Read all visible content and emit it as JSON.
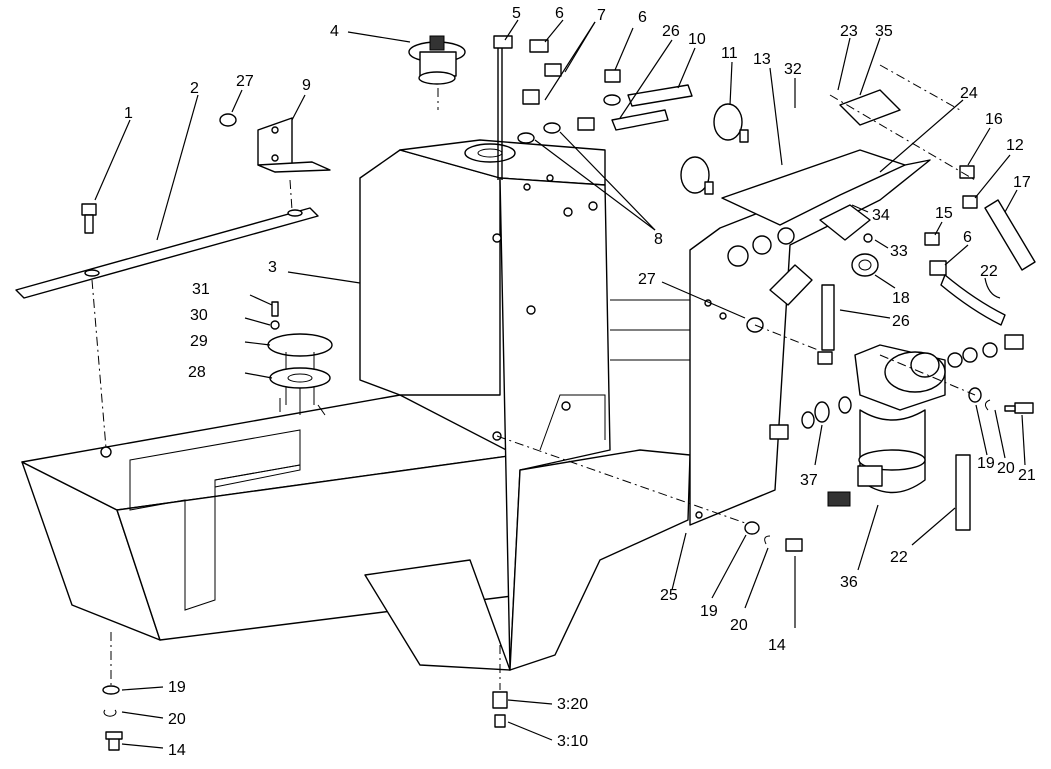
{
  "callouts": [
    {
      "id": "c1",
      "text": "1"
    },
    {
      "id": "c2",
      "text": "2"
    },
    {
      "id": "c3",
      "text": "3"
    },
    {
      "id": "c4",
      "text": "4"
    },
    {
      "id": "c5",
      "text": "5"
    },
    {
      "id": "c6a",
      "text": "6"
    },
    {
      "id": "c7",
      "text": "7"
    },
    {
      "id": "c6b",
      "text": "6"
    },
    {
      "id": "c26a",
      "text": "26"
    },
    {
      "id": "c10",
      "text": "10"
    },
    {
      "id": "c11",
      "text": "11"
    },
    {
      "id": "c13",
      "text": "13"
    },
    {
      "id": "c32",
      "text": "32"
    },
    {
      "id": "c23",
      "text": "23"
    },
    {
      "id": "c35",
      "text": "35"
    },
    {
      "id": "c24",
      "text": "24"
    },
    {
      "id": "c16",
      "text": "16"
    },
    {
      "id": "c12",
      "text": "12"
    },
    {
      "id": "c17",
      "text": "17"
    },
    {
      "id": "c27a",
      "text": "27"
    },
    {
      "id": "c9",
      "text": "9"
    },
    {
      "id": "c8",
      "text": "8"
    },
    {
      "id": "c34",
      "text": "34"
    },
    {
      "id": "c15",
      "text": "15"
    },
    {
      "id": "c33",
      "text": "33"
    },
    {
      "id": "c6c",
      "text": "6"
    },
    {
      "id": "c18",
      "text": "18"
    },
    {
      "id": "c22a",
      "text": "22"
    },
    {
      "id": "c27b",
      "text": "27"
    },
    {
      "id": "c26b",
      "text": "26"
    },
    {
      "id": "c31",
      "text": "31"
    },
    {
      "id": "c30",
      "text": "30"
    },
    {
      "id": "c29",
      "text": "29"
    },
    {
      "id": "c28",
      "text": "28"
    },
    {
      "id": "c19a",
      "text": "19"
    },
    {
      "id": "c20a",
      "text": "20"
    },
    {
      "id": "c21",
      "text": "21"
    },
    {
      "id": "c37",
      "text": "37"
    },
    {
      "id": "c22b",
      "text": "22"
    },
    {
      "id": "c36",
      "text": "36"
    },
    {
      "id": "c25",
      "text": "25"
    },
    {
      "id": "c19b",
      "text": "19"
    },
    {
      "id": "c20b",
      "text": "20"
    },
    {
      "id": "c14a",
      "text": "14"
    },
    {
      "id": "c19c",
      "text": "19"
    },
    {
      "id": "c20c",
      "text": "20"
    },
    {
      "id": "c14b",
      "text": "14"
    },
    {
      "id": "c3_20",
      "text": "3:20"
    },
    {
      "id": "c3_10",
      "text": "3:10"
    }
  ]
}
